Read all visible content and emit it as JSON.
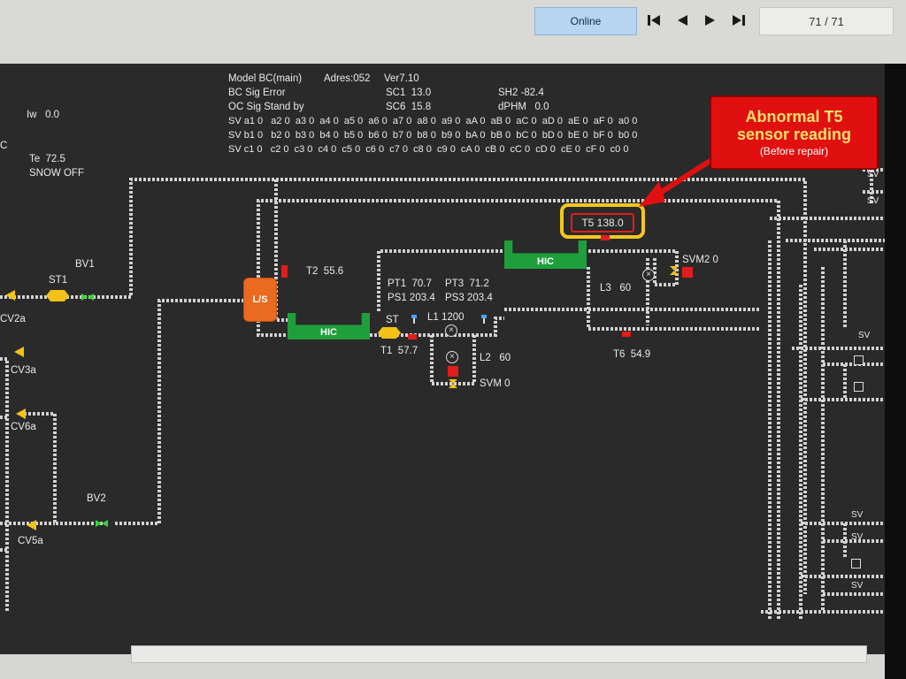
{
  "toolbar": {
    "online_label": "Online",
    "page_counter": "71 / 71"
  },
  "status": {
    "model": "Model BC(main)",
    "adres": "Adres:052",
    "ver": "Ver7.10",
    "bc_sig": "BC Sig Error",
    "oc_sig": "OC Sig Stand by",
    "sc1": "SC1  13.0",
    "sc6": "SC6  15.8",
    "sh2": "SH2 -82.4",
    "dphm": "dPHM   0.0",
    "sv_row_a": "SV a1 0   a2 0  a3 0  a4 0  a5 0  a6 0  a7 0  a8 0  a9 0  aA 0  aB 0  aC 0  aD 0  aE 0  aF 0  a0 0",
    "sv_row_b": "SV b1 0   b2 0  b3 0  b4 0  b5 0  b6 0  b7 0  b8 0  b9 0  bA 0  bB 0  bC 0  bD 0  bE 0  bF 0  b0 0",
    "sv_row_c": "SV c1 0   c2 0  c3 0  c4 0  c5 0  c6 0  c7 0  c8 0  c9 0  cA 0  cB 0  cC 0  cD 0  cE 0  cF 0  c0 0"
  },
  "left_info": {
    "iw": "Iw   0.0",
    "edge_c": "C",
    "te": "Te  72.5",
    "snow": "SNOW OFF"
  },
  "components": {
    "bv1": "BV1",
    "st1": "ST1",
    "cv2a": "CV2a",
    "cv3a": "CV3a",
    "cv6a": "CV6a",
    "bv2": "BV2",
    "cv5a": "CV5a",
    "ls": "L/S",
    "hic1": "HIC",
    "hic2": "HIC",
    "st": "ST",
    "l1": "L1 1200",
    "l2": "L2   60",
    "l3": "L3   60",
    "svm": "SVM 0",
    "svm2": "SVM2 0"
  },
  "readings": {
    "t2": "T2  55.6",
    "pt1": "PT1  70.7",
    "ps1": "PS1 203.4",
    "pt3": "PT3  71.2",
    "ps3": "PS3 203.4",
    "t1": "T1  57.7",
    "t5": "T5 138.0",
    "t6": "T6  54.9"
  },
  "right_edge": [
    "SV",
    "SV",
    "SV",
    "SV",
    "SV",
    "SV"
  ],
  "callout": {
    "title_line1": "Abnormal T5",
    "title_line2": "sensor reading",
    "subtitle": "(Before repair)"
  },
  "colors": {
    "highlight_red": "#e01010",
    "highlight_yellow": "#f4c81b",
    "hic_green": "#1f9f3c",
    "ls_orange": "#ea6a20",
    "online_blue": "#b8d5ef"
  }
}
